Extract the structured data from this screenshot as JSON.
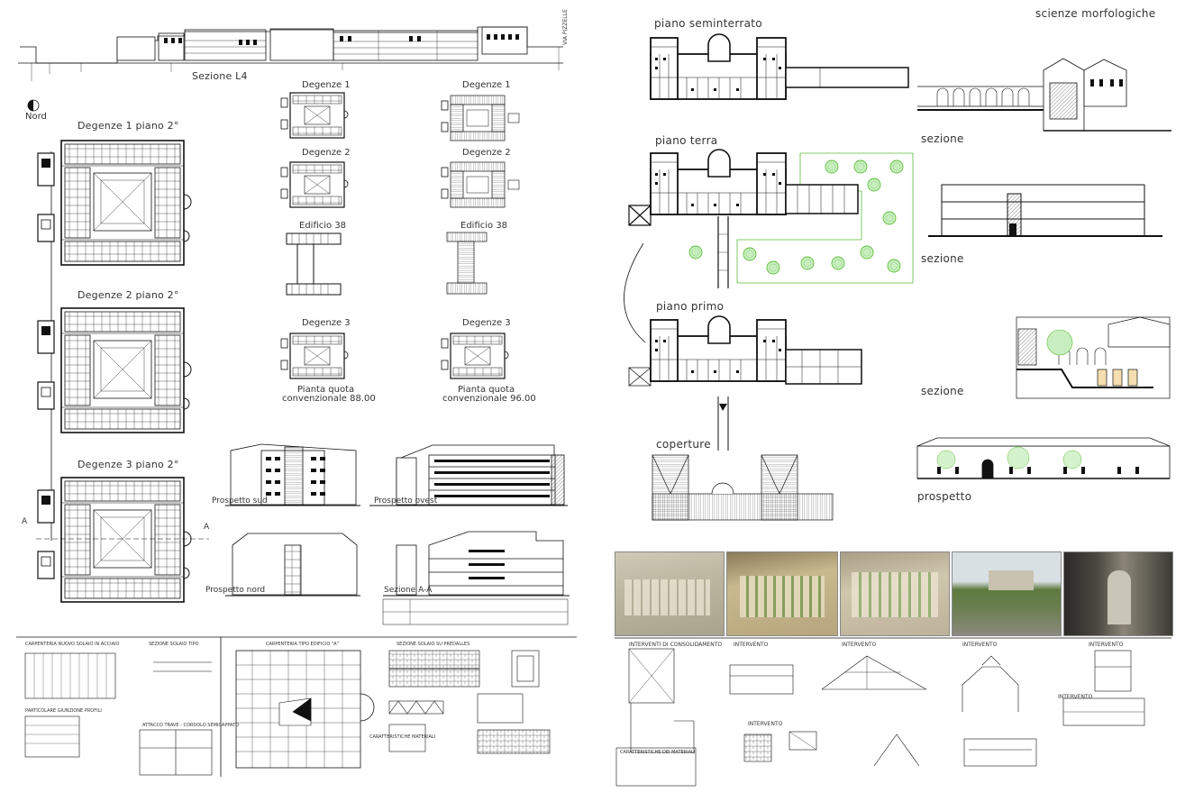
{
  "left": {
    "section_label": "Sezione L4",
    "north_label": "Nord",
    "road_label": "VIA PIZZELLE",
    "plan1_title": "Degenze 1 piano 2°",
    "plan2_title": "Degenze 2 piano 2°",
    "plan3_title": "Degenze 3 piano 2°",
    "small_a1": "Degenze 1",
    "small_a2": "Degenze 2",
    "small_a3": "Edificio 38",
    "small_a4": "Degenze 3",
    "small_a5": "Pianta quota",
    "small_a6": "convenzionale 88.00",
    "small_b1": "Degenze 1",
    "small_b2": "Degenze 2",
    "small_b3": "Edificio 38",
    "small_b4": "Degenze 3",
    "small_b5": "Pianta quota",
    "small_b6": "convenzionale 96.00",
    "elev_sud": "Prospetto sud",
    "elev_ovest": "Prospetto ovest",
    "elev_nord": "Prospetto nord",
    "elev_sezione": "Sezione A-A",
    "section_marker": "A",
    "det1": "CARPENTERIA NUOVO SOLAIO IN ACCIAIO",
    "det2": "SEZIONE SOLAIO TIPO",
    "det3": "CARPENTERIA TIPO EDIFICIO \"A\"",
    "det4": "SEZIONE SOLAIO SU PREDALLES",
    "det5": "CARATTERISTICHE MATERIALI",
    "det6": "PARTICOLARE GIUNZIONE PROFILI",
    "det7": "ATTACCO TRAVE - CORDOLO SEMICAPPATO"
  },
  "right": {
    "plan1": "piano seminterrato",
    "plan2": "piano terra",
    "plan3": "piano primo",
    "plan4": "coperture",
    "top_right": "scienze morfologiche",
    "sec1": "sezione",
    "sec2": "sezione",
    "sec3": "sezione",
    "prospetto": "prospetto",
    "int0": "INTERVENTI DI CONSOLIDAMENTO",
    "int1": "INTERVENTO",
    "int2": "INTERVENTO",
    "int3": "INTERVENTO",
    "int4": "INTERVENTO",
    "int5": "INTERVENTO",
    "int6": "INTERVENTO",
    "car": "CARATTERISTICHE DEI MATERIALI"
  },
  "colors": {
    "line": "#111111",
    "tree": "#5fbf3a",
    "photo_bg": "#b9b39f"
  }
}
